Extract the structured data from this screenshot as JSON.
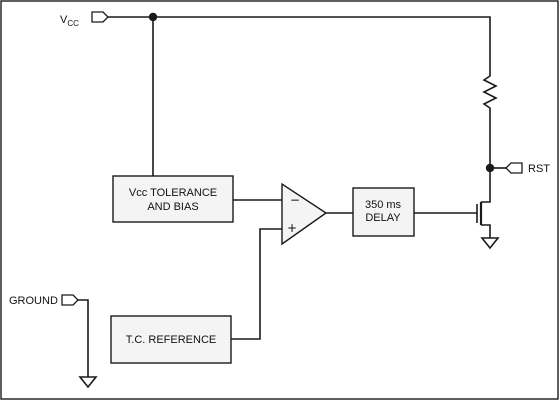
{
  "labels": {
    "vcc_main": "V",
    "vcc_sub": "CC",
    "ground": "GROUND",
    "rst": "RST"
  },
  "blocks": {
    "tolerance_line1": "Vcc TOLERANCE",
    "tolerance_line2": "AND BIAS",
    "reference": "T.C. REFERENCE",
    "delay_line1": "350 ms",
    "delay_line2": "DELAY"
  },
  "comparator": {
    "minus": "−",
    "plus": "+"
  },
  "icons": [
    "resistor-icon",
    "nmos-transistor-icon",
    "ground-icon",
    "port-connector-icon",
    "comparator-icon"
  ]
}
